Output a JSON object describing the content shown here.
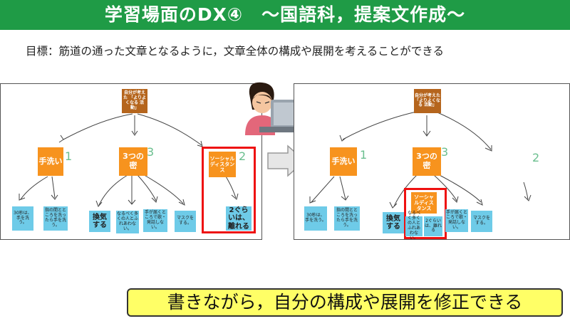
{
  "banner": {
    "title": "学習場面のDX④　～国語科，提案文作成～"
  },
  "goal": {
    "text": "目標：筋道の通った文章となるように，文章全体の構成や展開を考えることができる"
  },
  "left": {
    "root": "自分が考えた 「よりよくなる 活動」",
    "branches": [
      {
        "label": "手洗い",
        "digit": "1"
      },
      {
        "label": "3つの密",
        "digit": "3"
      },
      {
        "label": "ソーシャルディスタンス",
        "digit": "2"
      }
    ],
    "leaves": [
      "30秒は、手を洗う。",
      "指の間とところを洗ったら手を洗う。",
      "換気する",
      "なるべく多くの人とふれあわない。",
      "手が届くところで歌・発話しない。",
      "マスクをする。",
      "2ぐらいは、離れる"
    ]
  },
  "right": {
    "root": "自分が考えた 「よりよくなる 活動」",
    "branches": [
      {
        "label": "手洗い",
        "digit": "1"
      },
      {
        "label": "3つの密",
        "digit": "3"
      },
      {
        "label": "ソーシャルディスタンス",
        "digit": ""
      }
    ],
    "leaves": [
      "30秒は、手を洗う。",
      "指の間とところを洗ったら手を洗う。",
      "換気する",
      "なるべく多くの人とふれあわない。",
      "2ぐらいは、離れる",
      "手が届くところで歌・発話しない。",
      "マスクをする。"
    ],
    "orphan_digit": "2"
  },
  "caption": {
    "text": "書きながら，自分の構成や展開を修正できる"
  },
  "icons": {
    "person": "person-laptop-icon",
    "arrow": "right-arrow-icon"
  },
  "colors": {
    "banner": "#1f9b46",
    "root_note": "#b5651d",
    "branch_note": "#f7931e",
    "leaf_note": "#6ecbe8",
    "highlight": "#ee1111",
    "caption_bg": "#ffff66"
  }
}
